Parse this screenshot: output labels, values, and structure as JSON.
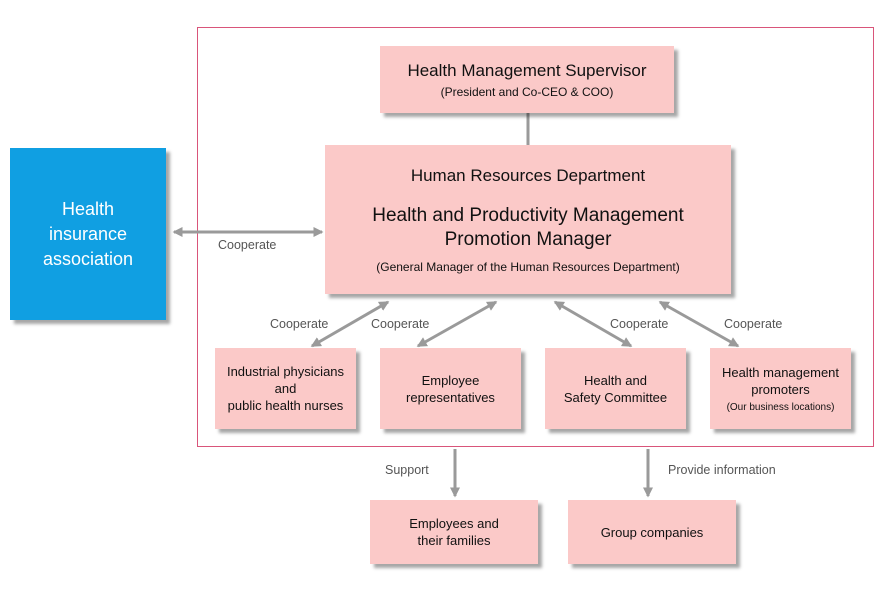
{
  "supervisor": {
    "title": "Health Management Supervisor",
    "subtitle": "(President and Co-CEO & COO)"
  },
  "hr": {
    "department": "Human Resources Department",
    "manager": "Health and Productivity Management\nPromotion Manager",
    "subtitle": "(General Manager of the Human Resources Department)"
  },
  "association": {
    "label": "Health\ninsurance\nassociation"
  },
  "nodes": {
    "physicians": "Industrial physicians\nand\npublic health nurses",
    "employee_reps": "Employee\nrepresentatives",
    "safety": "Health and\nSafety Committee",
    "promoters": "Health management\npromoters",
    "promoters_note": "(Our business locations)",
    "families": "Employees and\ntheir families",
    "group": "Group companies"
  },
  "labels": {
    "cooperate_assoc": "Cooperate",
    "cooperate_1": "Cooperate",
    "cooperate_2": "Cooperate",
    "cooperate_3": "Cooperate",
    "cooperate_4": "Cooperate",
    "support": "Support",
    "provide_info": "Provide information"
  },
  "colors": {
    "box_fill": "#fbc9c8",
    "association_fill": "#109fe2",
    "frame_border": "#d9557a",
    "arrow": "#9a9a9a"
  }
}
